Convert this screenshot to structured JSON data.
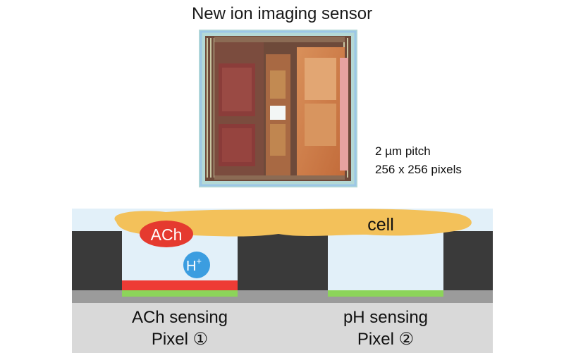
{
  "title": "New ion imaging sensor",
  "specs": {
    "pitch": "2 µm pitch",
    "pixels": "256 x 256 pixels"
  },
  "diagram": {
    "cell_label": "cell",
    "ach_label": "ACh",
    "h_label": "H",
    "h_superscript": "+",
    "pixel1": {
      "line1": "ACh sensing",
      "line2": "Pixel ①"
    },
    "pixel2": {
      "line1": "pH sensing",
      "line2": "Pixel ②"
    }
  },
  "colors": {
    "solution": "#e2f0f9",
    "cell": "#f3c15a",
    "wall": "#3a3a3a",
    "substrate": "#d9d9d9",
    "layer": "#9b9b9b",
    "sensor_green": "#8cd45a",
    "sensor_red": "#ee3b35",
    "ach_red": "#e53a2f",
    "h_blue": "#3b9de0"
  }
}
